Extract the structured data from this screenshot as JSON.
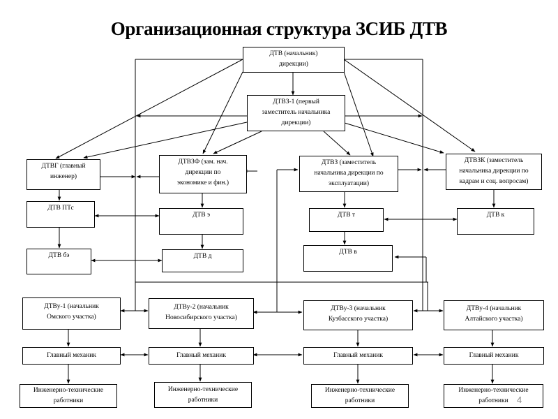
{
  "title": "Организационная структура ЗСИБ ДТВ",
  "page_number": "4",
  "nodes": {
    "dtv": "ДТВ (начальник) дирекции)",
    "dtvz1": "ДТВЗ-1 (первый заместитель начальника дирекции)",
    "dtvg": "ДТВГ (главный инженер)",
    "dtvzf": "ДТВЗФ (зам. нач. дирекции по экономике и фин.)",
    "dtvz": "ДТВЗ (заместитель начальника дирекции по эксплуатации)",
    "dtvzk": "ДТВЗК (заместитель начальника дирекции по кадрам и соц. вопросам)",
    "dtv_pts": "ДТВ ПТс",
    "dtv_e": "ДТВ э",
    "dtv_t": "ДТВ т",
    "dtv_k": "ДТВ к",
    "dtv_be": "ДТВ бэ",
    "dtv_d": "ДТВ д",
    "dtv_v": "ДТВ в",
    "dtvu1": "ДТВу-1 (начальник Омского участка)",
    "dtvu2": "ДТВу-2 (начальник Новосибирского участка)",
    "dtvu3": "ДТВу-3 (начальник Кузбасского участка)",
    "dtvu4": "ДТВу-4 (начальник Алтайского участка)",
    "mech1": "Главный механик",
    "mech2": "Главный механик",
    "mech3": "Главный механик",
    "mech4": "Главный механик",
    "itr1": "Инженерно-технические работники",
    "itr2": "Инженерно-технические работники",
    "itr3": "Инженерно-технические работники",
    "itr4": "Инженерно-технические работники"
  },
  "node_lines": {
    "dtv": [
      "ДТВ (начальник)",
      "дирекции)"
    ],
    "dtvz1": [
      "ДТВЗ-1 (первый",
      "заместитель начальника",
      "дирекции)"
    ],
    "dtvg": [
      "ДТВГ (главный",
      "инженер)"
    ],
    "dtvzf": [
      "ДТВЗФ (зам. нач.",
      "дирекции по",
      "экономике и фин.)"
    ],
    "dtvz": [
      "ДТВЗ (заместитель",
      "начальника дирекции по",
      "эксплуатации)"
    ],
    "dtvzk": [
      "ДТВЗК (заместитель",
      "начальника дирекции по",
      "кадрам и соц. вопросам)"
    ],
    "dtvu1": [
      "ДТВу-1 (начальник",
      "Омского участка)"
    ],
    "dtvu2": [
      "ДТВу-2 (начальник",
      "Новосибирского участка)"
    ],
    "dtvu3": [
      "ДТВу-3 (начальник",
      "Кузбасского участка)"
    ],
    "dtvu4": [
      "ДТВу-4 (начальник",
      "Алтайского участка)"
    ],
    "itr": [
      "Инженерно-технические",
      "работники"
    ]
  }
}
